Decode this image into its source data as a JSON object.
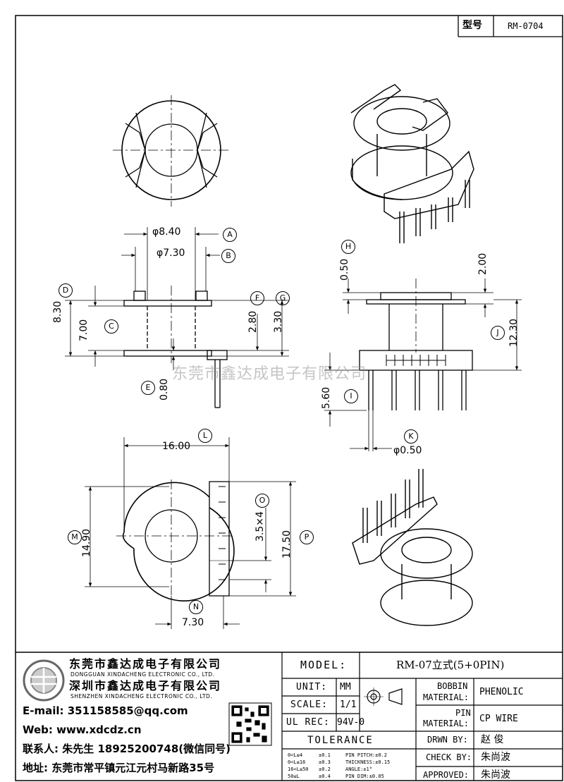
{
  "header": {
    "type_label": "型号",
    "model_code": "RM-0704"
  },
  "top_view": {
    "dim_a": "φ8.40",
    "dim_b": "φ7.30"
  },
  "balloons": {
    "a": "A",
    "b": "B",
    "c": "C",
    "d": "D",
    "e": "E",
    "f": "F",
    "g": "G",
    "h": "H",
    "i": "I",
    "j": "J",
    "k": "K",
    "l": "L",
    "m": "M",
    "n": "N",
    "o": "O",
    "p": "P"
  },
  "dims": {
    "d1": "8.30",
    "d2": "7.00",
    "d3": "2.80",
    "d4": "3.30",
    "d5": "0.80",
    "d6": "0.50",
    "d7": "2.00",
    "d8": "12.30",
    "d9": "5.60",
    "d10": "φ0.50",
    "d11": "16.00",
    "d12": "14.90",
    "d13": "3.5×4",
    "d14": "17.50",
    "d15": "7.30"
  },
  "watermark": "东莞市鑫达成电子有限公司",
  "company": {
    "name_cn_1": "东莞市鑫达成电子有限公司",
    "name_en_1": "DONGGUAN XINDACHENG ELECTRONIC CO., LTD.",
    "name_cn_2": "深圳市鑫达成电子有限公司",
    "name_en_2": "SHENZHEN XINDACHENG ELECTRONIC CO., LTD.",
    "email": "E-mail: 351158585@qq.com",
    "web": "Web: www.xdcdz.cn",
    "contact": "联系人: 朱先生 18925200748(微信同号)",
    "address": "地址: 东莞市常平镇元江元村马新路35号"
  },
  "titleblock": {
    "model_label": "MODEL:",
    "model_value": "RM-07立式(5+0PIN)",
    "unit_label": "UNIT:",
    "unit_value": "MM",
    "scale_label": "SCALE:",
    "scale_value": "1/1",
    "ul_label": "UL REC:",
    "ul_value": "94V-0",
    "bobbin_label_1": "BOBBIN",
    "bobbin_label_2": "MATERIAL:",
    "bobbin_value": "PHENOLIC",
    "pin_label_1": "PIN",
    "pin_label_2": "MATERIAL:",
    "pin_value": "CP WIRE",
    "drawn_label": "DRWN BY:",
    "drawn_value": "赵 俊",
    "check_label": "CHECK BY:",
    "check_value": "朱尚波",
    "approved_label": "APPROVED:",
    "approved_value": "朱尚波",
    "tolerance_title": "TOLERANCE",
    "tol_l1": "0<L≤4",
    "tol_v1": "±0.1",
    "tol_l2": "0<L≤16",
    "tol_v2": "±0.3",
    "tol_l3": "16<L≤50",
    "tol_v3": "±0.2",
    "tol_l4": "50≤L",
    "tol_v4": "±0.4",
    "tol_p1": "PIN PITCH:±0.2",
    "tol_p2": "THICKNESS:±0.15",
    "tol_p3": "ANGLE:±1°",
    "tol_p4": "PIN DIM:±0.05"
  }
}
